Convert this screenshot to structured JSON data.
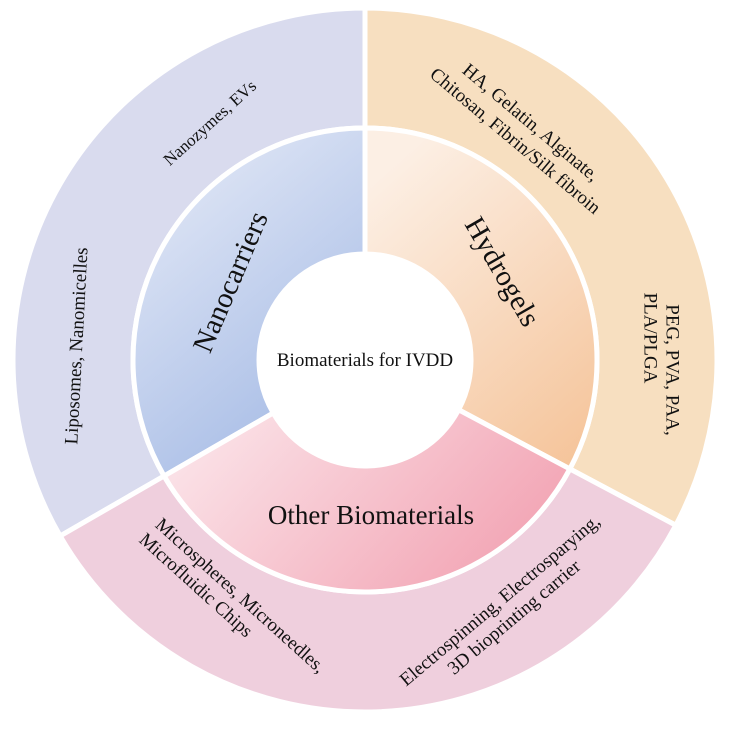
{
  "center": {
    "label": "Biomaterials for IVDD"
  },
  "colors": {
    "nano_outer": "#d9dbee",
    "nano_inner_a": "#a8bde6",
    "nano_inner_b": "#e9edf8",
    "hydro_outer": "#f7dfc0",
    "hydro_inner_a": "#f5c49a",
    "hydro_inner_b": "#fcefe4",
    "other_outer": "#efcfdd",
    "other_inner_a": "#f2a3b3",
    "other_inner_b": "#fbe5ea",
    "separator": "#ffffff"
  },
  "segments": {
    "nanocarriers": {
      "label": "Nanocarriers",
      "examples": [
        "Nanozymes, EVs",
        "Liposomes, Nanomicelles"
      ]
    },
    "hydrogels": {
      "label": "Hydrogels",
      "examples_natural": [
        "HA, Gelatin, Alginate,",
        "Chitosan, Fibrin/Silk fibroin"
      ],
      "examples_synthetic": [
        "PEG, PVA, PAA,",
        "PLA/PLGA"
      ]
    },
    "other": {
      "label": "Other Biomaterials",
      "examples_devices": [
        "Microspheres, Microneedles,",
        "Microfluidic Chips"
      ],
      "examples_fabrication": [
        "Electrospinning, Electrosparying,",
        "3D bioprinting carrier"
      ]
    }
  }
}
